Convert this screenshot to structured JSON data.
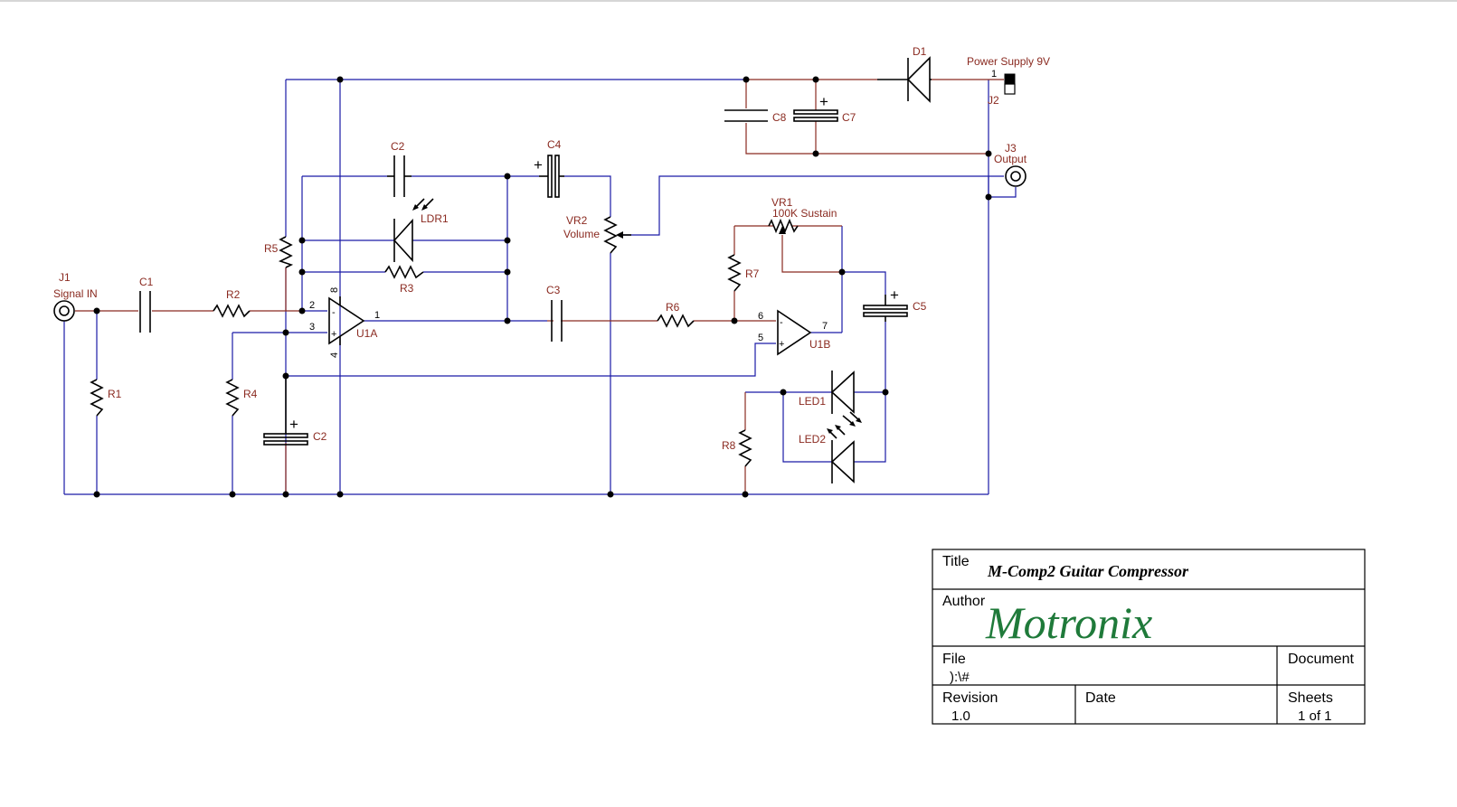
{
  "components": {
    "j1": {
      "ref": "J1",
      "value": "Signal IN"
    },
    "j2": {
      "ref": "J2",
      "value": "Power Supply 9V",
      "pin": "1"
    },
    "j3": {
      "ref": "J3",
      "value": "Output"
    },
    "c1": "C1",
    "c2a": "C2",
    "c2b": "C2",
    "c3": "C3",
    "c4": "C4",
    "c5": "C5",
    "c7": "C7",
    "c8": "C8",
    "r1": "R1",
    "r2": "R2",
    "r3": "R3",
    "r4": "R4",
    "r5": "R5",
    "r6": "R6",
    "r7": "R7",
    "r8": "R8",
    "ldr1": "LDR1",
    "d1": "D1",
    "led1": "LED1",
    "led2": "LED2",
    "vr1": {
      "ref": "VR1",
      "value": "100K Sustain"
    },
    "vr2": {
      "ref": "VR2",
      "value": "Volume"
    },
    "u1a": {
      "ref": "U1A",
      "pins": [
        "2",
        "3",
        "1",
        "8",
        "4"
      ]
    },
    "u1b": {
      "ref": "U1B",
      "pins": [
        "6",
        "5",
        "7"
      ]
    },
    "pol": "+"
  },
  "title_block": {
    "title_label": "Title",
    "title_value": "M-Comp2 Guitar Compressor",
    "author_label": "Author",
    "author_value": "Motronix",
    "file_label": "File",
    "file_value": "):\\#",
    "document_label": "Document",
    "revision_label": "Revision",
    "revision_value": "1.0",
    "date_label": "Date",
    "sheets_label": "Sheets",
    "sheets_value": "1 of 1"
  }
}
